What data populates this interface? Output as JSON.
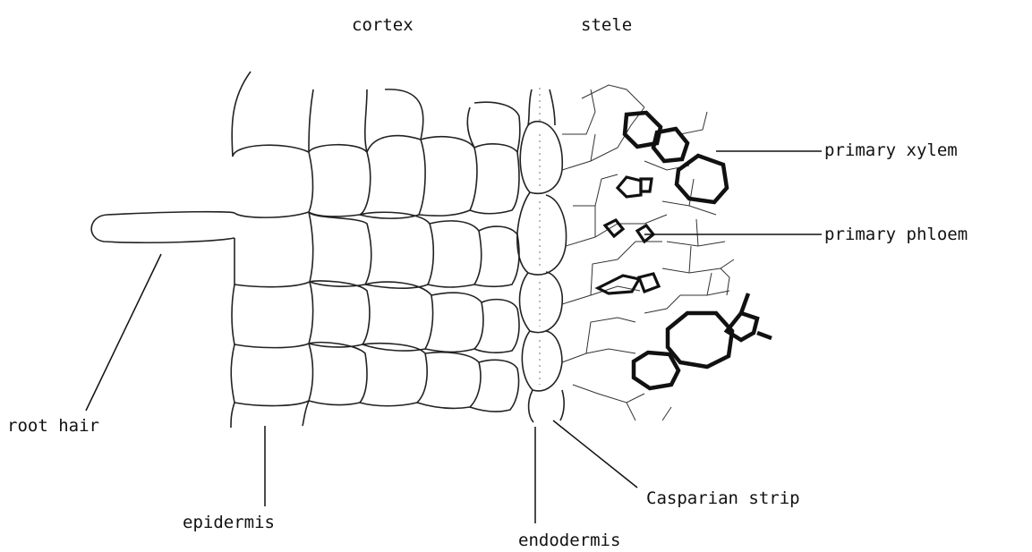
{
  "labels": {
    "cortex": "cortex",
    "stele": "stele",
    "primary_xylem": "primary xylem",
    "primary_phloem": "primary phloem",
    "root_hair": "root hair",
    "epidermis": "epidermis",
    "endodermis": "endodermis",
    "casparian_strip": "Casparian strip"
  },
  "colors": {
    "ink": "#111111",
    "background": "#ffffff"
  }
}
